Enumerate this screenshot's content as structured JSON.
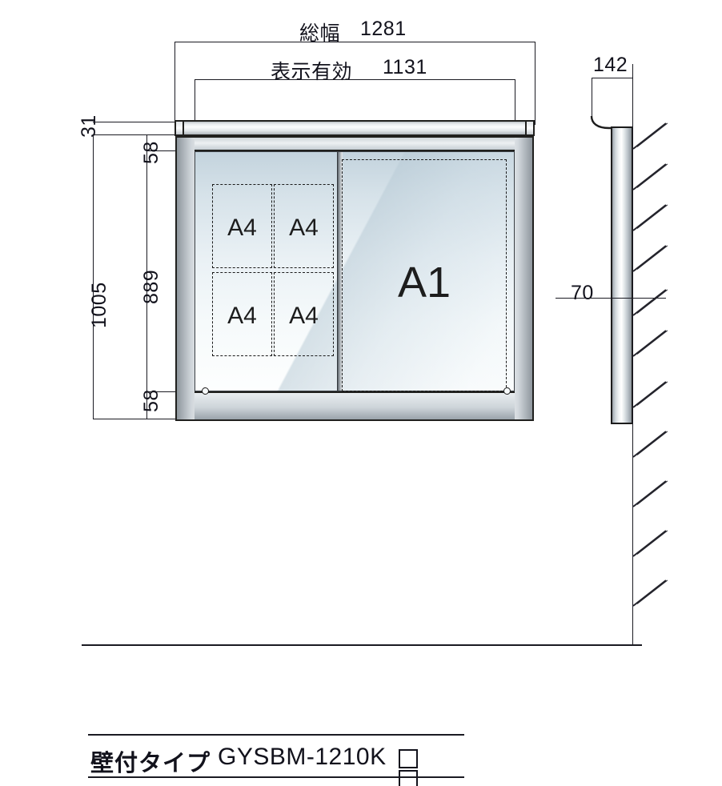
{
  "drawing": {
    "title_caption": {
      "type_label": "壁付タイプ",
      "model_code": "GYSBM-1210K",
      "suffix_boxes": 2
    },
    "front_view": {
      "dimensions": {
        "overall_width": {
          "label": "総幅",
          "value": "1281"
        },
        "display_effective_width": {
          "label": "表示有効",
          "value": "1131"
        },
        "top_offset": {
          "value": "31"
        },
        "overall_height": {
          "value": "1005"
        },
        "top_margin": {
          "value": "58"
        },
        "display_effective_height": {
          "value": "889"
        },
        "bottom_margin": {
          "value": "58"
        }
      },
      "paper_layout": {
        "left_bay": [
          {
            "label": "A4"
          },
          {
            "label": "A4"
          },
          {
            "label": "A4"
          },
          {
            "label": "A4"
          }
        ],
        "right_bay": [
          {
            "label": "A1"
          }
        ]
      },
      "hardware": {
        "lock_left": "lock-point",
        "lock_right": "lock-point"
      }
    },
    "side_view": {
      "dimensions": {
        "hood_depth": {
          "value": "142"
        },
        "cabinet_depth": {
          "value": "70"
        }
      },
      "wall": {
        "hatch_marks": 10
      }
    }
  },
  "colors": {
    "ink": "#12121c",
    "frame": "#20201e",
    "glass_top": "#c3d3dd",
    "glass_bottom": "#fdfefe",
    "metal_light": "#ffffff",
    "metal_dark": "#8e969d"
  }
}
